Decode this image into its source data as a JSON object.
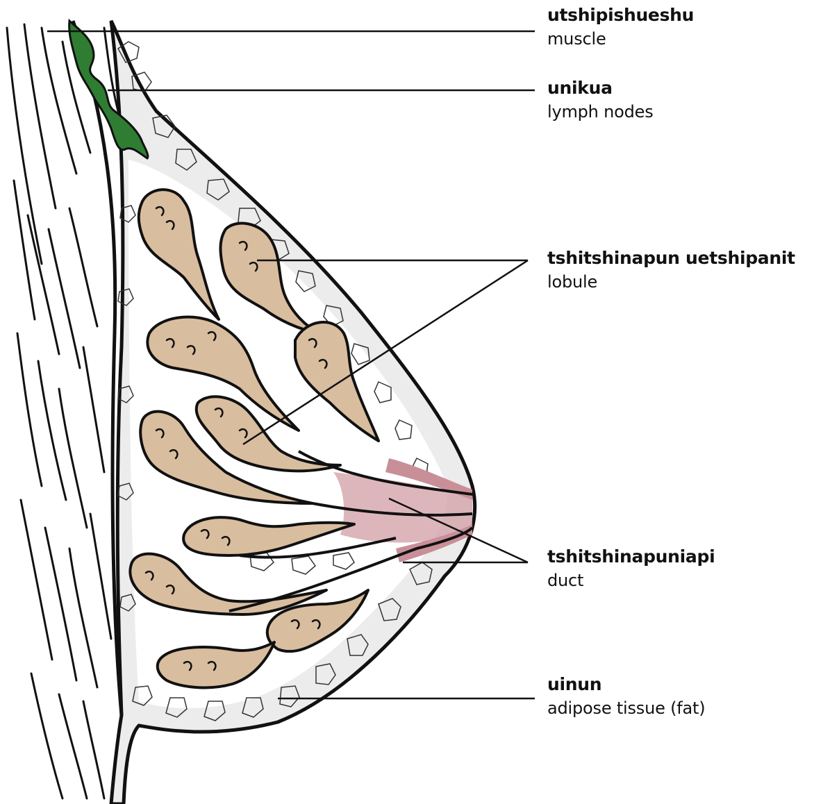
{
  "labels": {
    "muscle": {
      "term": "utshipishueshu",
      "gloss": "muscle"
    },
    "lymph_nodes": {
      "term": "unikua",
      "gloss": "lymph nodes"
    },
    "lobule": {
      "term": "tshitshinapun uetshipanit",
      "gloss": "lobule"
    },
    "duct": {
      "term": "tshitshinapuniapi",
      "gloss": "duct"
    },
    "adipose": {
      "term": "uinun",
      "gloss": "adipose tissue (fat)"
    }
  },
  "colors": {
    "outline": "#111111",
    "lobule_fill": "#d9bd9f",
    "lymph_fill": "#2f7d32",
    "duct_fill": "#c98f98",
    "fat_fill": "#ececec",
    "background": "#ffffff"
  }
}
